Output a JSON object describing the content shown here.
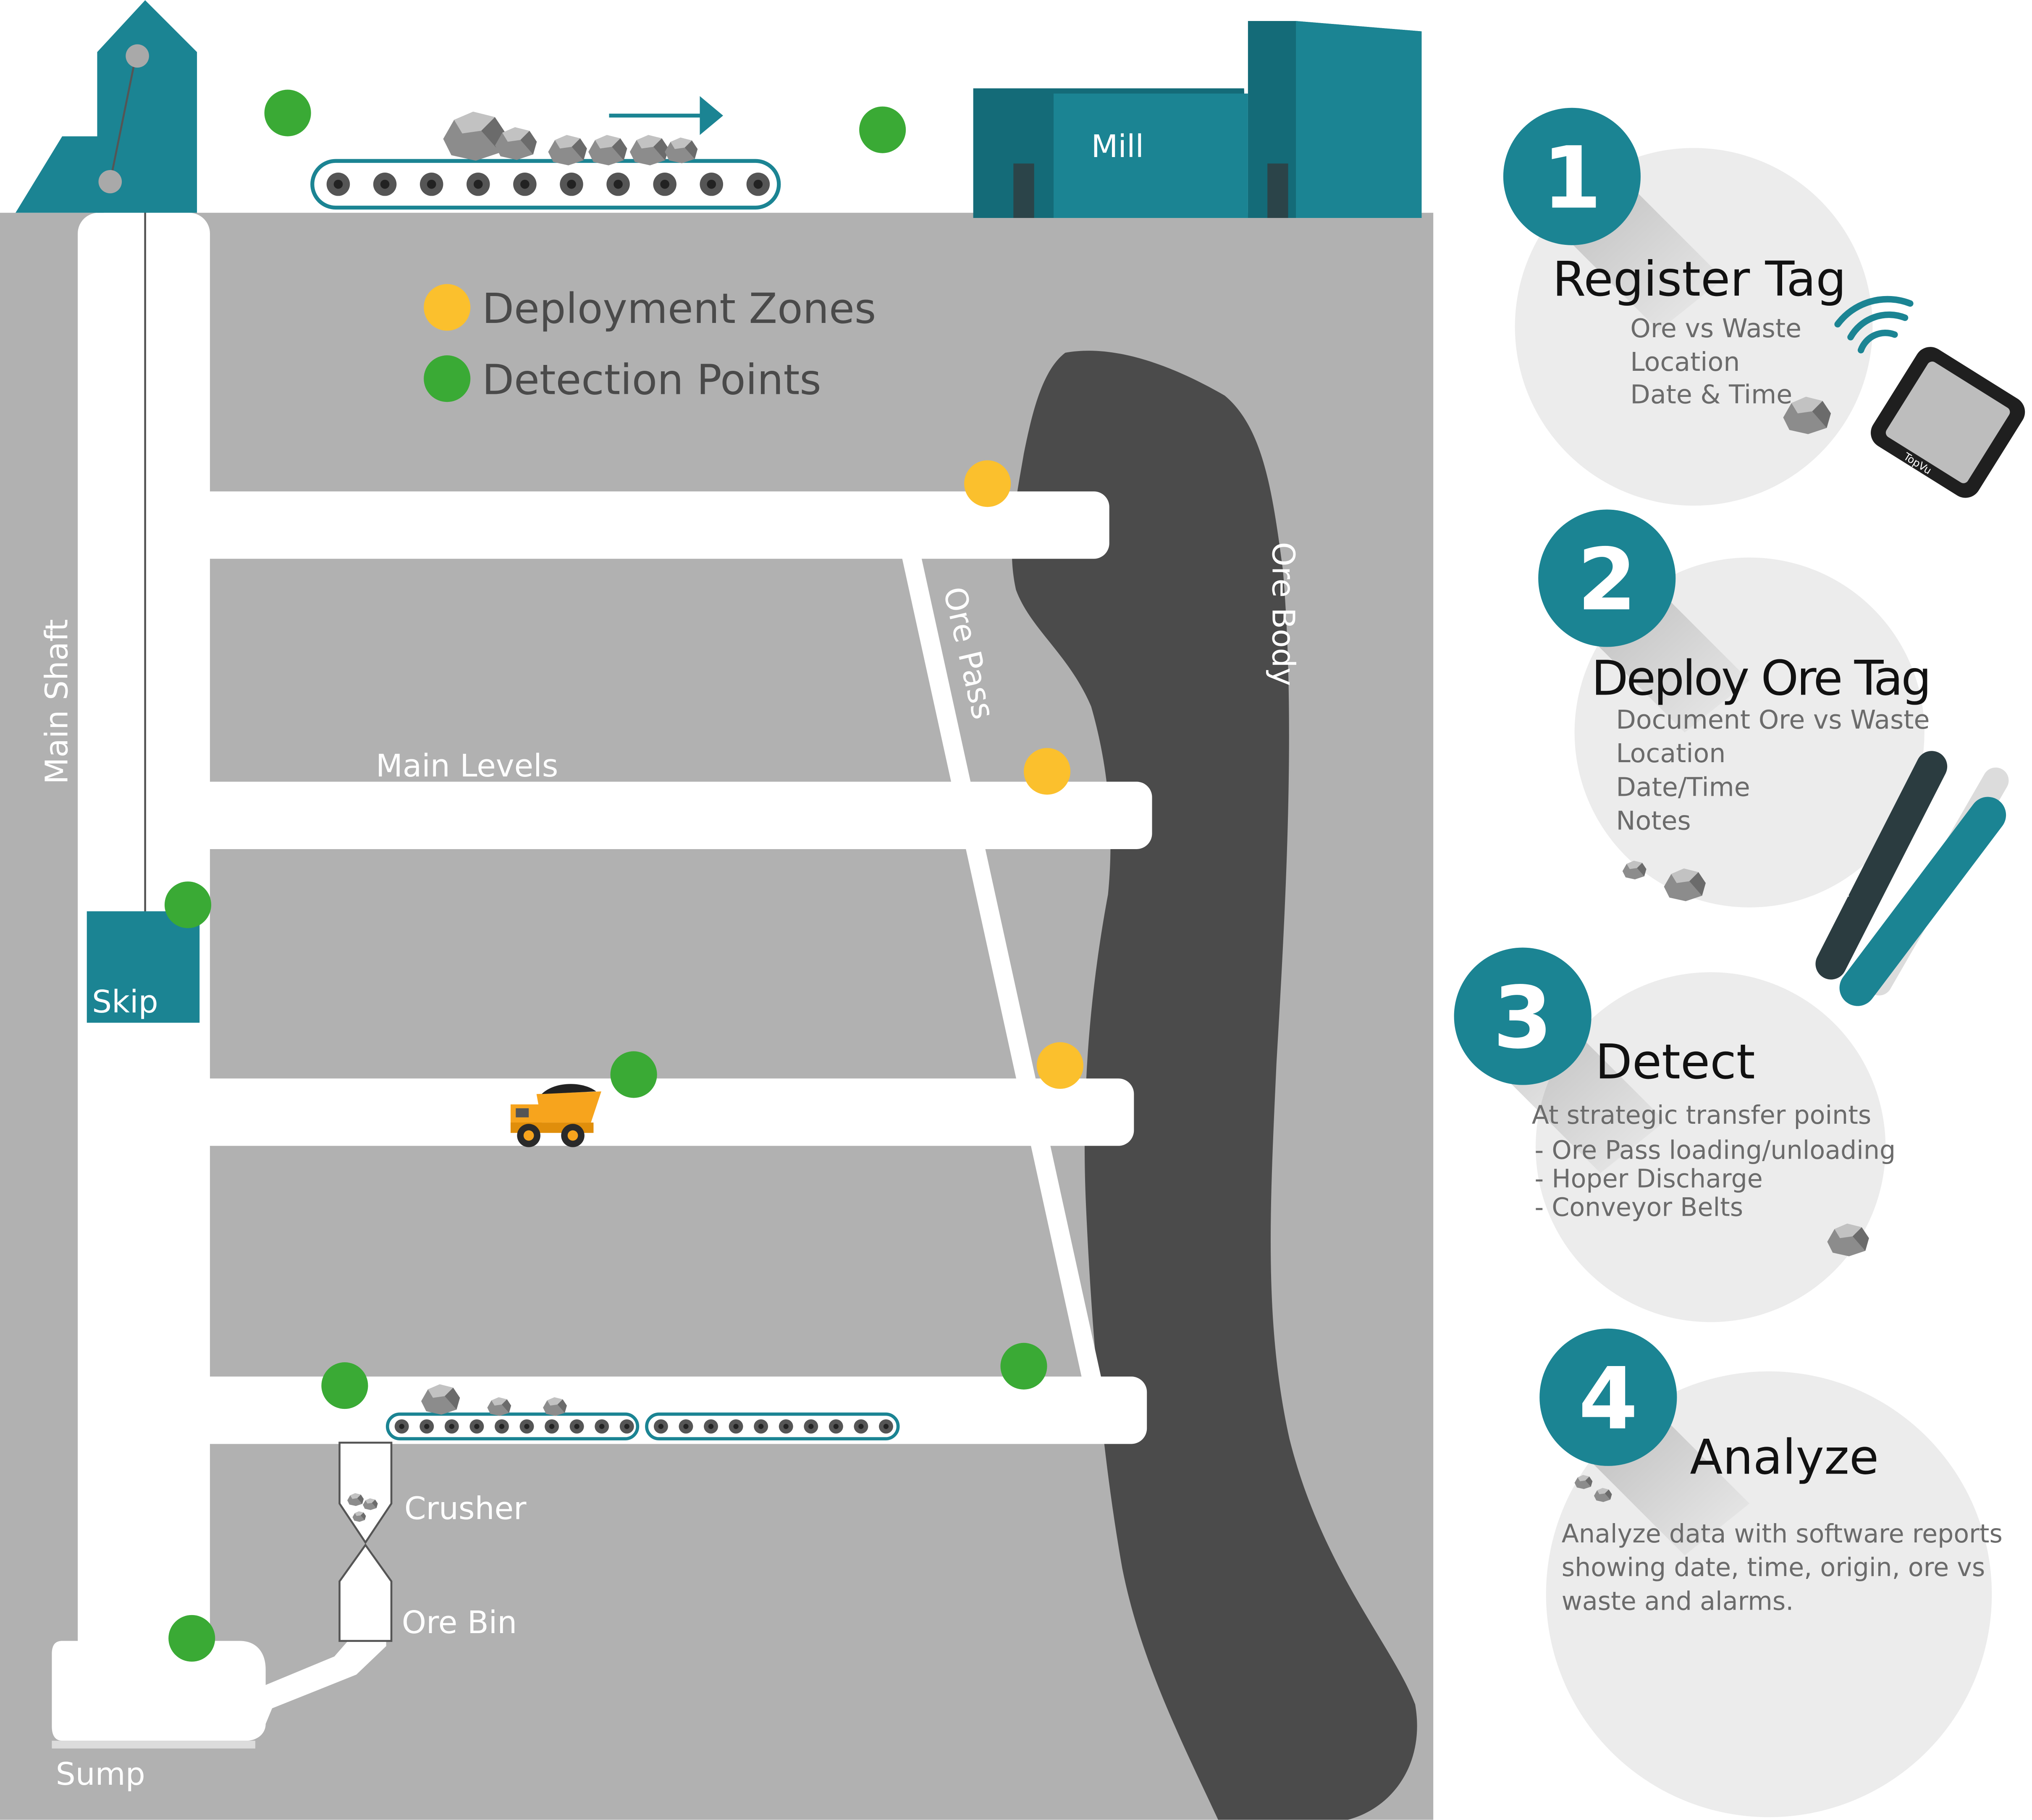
{
  "colors": {
    "teal": "#1b8493",
    "teal_dark": "#146b78",
    "ground": "#b1b1b1",
    "ore_body": "#4b4b4b",
    "tunnel": "#ffffff",
    "deploy_dot": "#fbc02d",
    "detect_dot": "#3aaa35",
    "step_circle": "#ececec",
    "text_dark": "#111111",
    "text_grey": "#6b6b6b"
  },
  "legend": {
    "deployment_zones": "Deployment Zones",
    "detection_points": "Detection Points"
  },
  "labels": {
    "mill": "Mill",
    "main_shaft": "Main Shaft",
    "ore_pass": "Ore Pass",
    "ore_body": "Ore Body",
    "main_levels": "Main Levels",
    "skip": "Skip",
    "crusher": "Crusher",
    "ore_bin": "Ore Bin",
    "sump": "Sump"
  },
  "device_brand": "TopVu",
  "steps": [
    {
      "number": "1",
      "title": "Register Tag",
      "lines": [
        "Ore vs Waste",
        "Location",
        "Date & Time"
      ]
    },
    {
      "number": "2",
      "title": "Deploy Ore Tag",
      "lines": [
        "Document Ore vs Waste",
        "Location",
        "Date/Time",
        "Notes"
      ]
    },
    {
      "number": "3",
      "title": "Detect",
      "lines": [
        "At strategic transfer points",
        " - Ore Pass loading/unloading",
        " - Hoper Discharge",
        " - Conveyor Belts"
      ]
    },
    {
      "number": "4",
      "title": "Analyze",
      "lines": [
        "Analyze data with software reports",
        "showing date, time, origin, ore vs",
        "waste and alarms."
      ]
    }
  ]
}
